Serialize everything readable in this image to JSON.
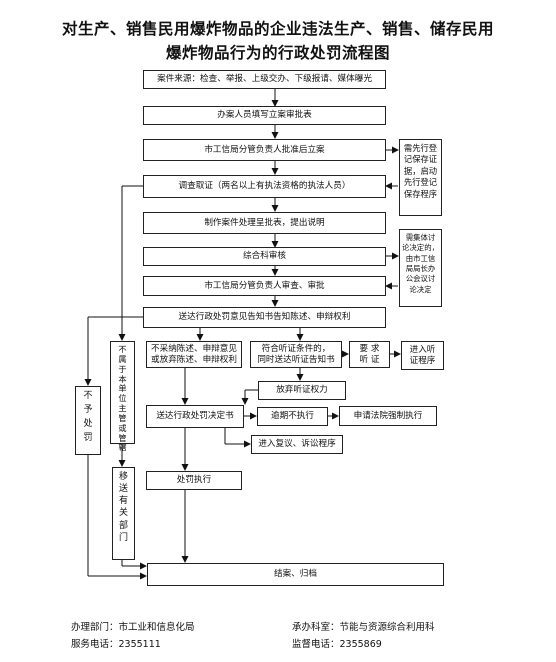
{
  "title": {
    "line1": "对生产、销售民用爆炸物品的企业违法生产、销售、储存民用",
    "line2": "爆炸物品行为的行政处罚流程图"
  },
  "boxes": {
    "case_source": "案件来源：检查、举报、上级交办、下级报请、媒体曝光",
    "fill_register": "办案人员填写立案审批表",
    "approve_register": "市工信局分管负责人批准后立案",
    "investigate": "调查取证（两名以上有执法资格的执法人员）",
    "report": "制作案件处理呈批表，提出说明",
    "section_review": "综合科审核",
    "leader_review": "市工信局分管负责人审查、审批",
    "notice": "送达行政处罚意见告知书告知陈述、申辩权利",
    "not_adopted": "不采纳陈述、申辩意见\n或放弃陈述、申辩权利",
    "hearing_notice": "符合听证条件的，\n同时送达听证告知书",
    "request_hearing": "要  求\n听  证",
    "enter_hearing": "进入听\n证程序",
    "waive_hearing": "放弃听证权力",
    "decision": "送达行政处罚决定书",
    "overdue": "逾期不执行",
    "court": "申请法院强制执行",
    "review_litigation": "进入复议、诉讼程序",
    "execute": "处罚执行",
    "close": "结案、归档",
    "no_punish": "不\n予\n处\n罚",
    "not_in_scope": "不\n属\n于\n本\n单\n位\n主\n管\n或\n管\n辖",
    "transfer": "移\n送\n有\n关\n部\n门",
    "preserve": "需先行登\n记保存证\n据，启动\n先行登记\n保存程序",
    "collective": "需集体讨\n论决定的，\n由市工信\n局局长办\n公会议讨\n论决定"
  },
  "footer": {
    "dept": "办理部门：市工业和信息化局",
    "service_phone": "服务电话：2355111",
    "office": "承办科室：节能与资源综合利用科",
    "supervise_phone": "监督电话：2355869"
  }
}
